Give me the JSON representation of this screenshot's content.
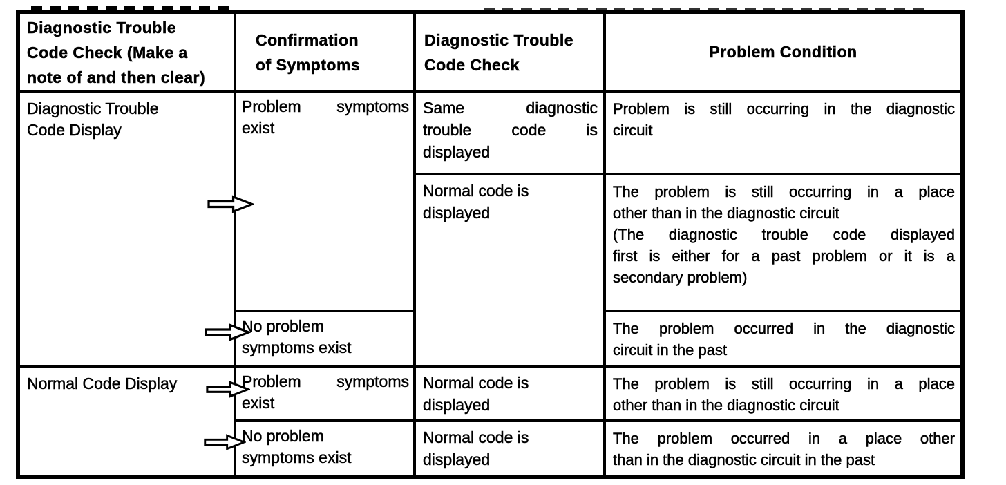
{
  "colors": {
    "background": "#ffffff",
    "text": "#000000",
    "border": "#000000"
  },
  "icons": {
    "flow_arrow": "right-block-arrow ⇨"
  },
  "table": {
    "headers": {
      "col1": "Diagnostic Trouble\nCode Check (Make a\nnote of and then clear)",
      "col2": "Confirmation\nof Symptoms",
      "col3": "Diagnostic Trouble\nCode Check",
      "col4": "Problem Condition"
    },
    "cells": {
      "dtc_display": "Diagnostic Trouble\nCode Display",
      "normal_display": "Normal Code Display",
      "problem_symptoms_1": [
        "Problem symptoms",
        "exist"
      ],
      "no_problem_1": "No problem\nsymptoms exist",
      "problem_symptoms_2": [
        "Problem symptoms",
        "exist"
      ],
      "no_problem_2": "No problem\nsymptoms exist",
      "same_code": [
        "Same diagnostic",
        "trouble code is",
        "displayed"
      ],
      "normal_code_1": "Normal code is\ndisplayed",
      "normal_code_2": "Normal code is\ndisplayed",
      "normal_code_3": "Normal code is\ndisplayed",
      "cond_r1": [
        "Problem is still occurring in the diagnostic",
        "circuit"
      ],
      "cond_r2a": [
        "The problem is still occurring in a place",
        "other than in the diagnostic circuit"
      ],
      "cond_r2b": [
        "(The diagnostic trouble code displayed",
        "first is either for a past problem or it is a",
        "secondary problem)"
      ],
      "cond_r3": [
        "The problem occurred in the diagnostic",
        "circuit in the past"
      ],
      "cond_r4": [
        "The problem is still occurring in a place",
        "other than in the diagnostic circuit"
      ],
      "cond_r5": [
        "The problem occurred in a place other",
        "than in the diagnostic circuit in the past"
      ]
    }
  }
}
